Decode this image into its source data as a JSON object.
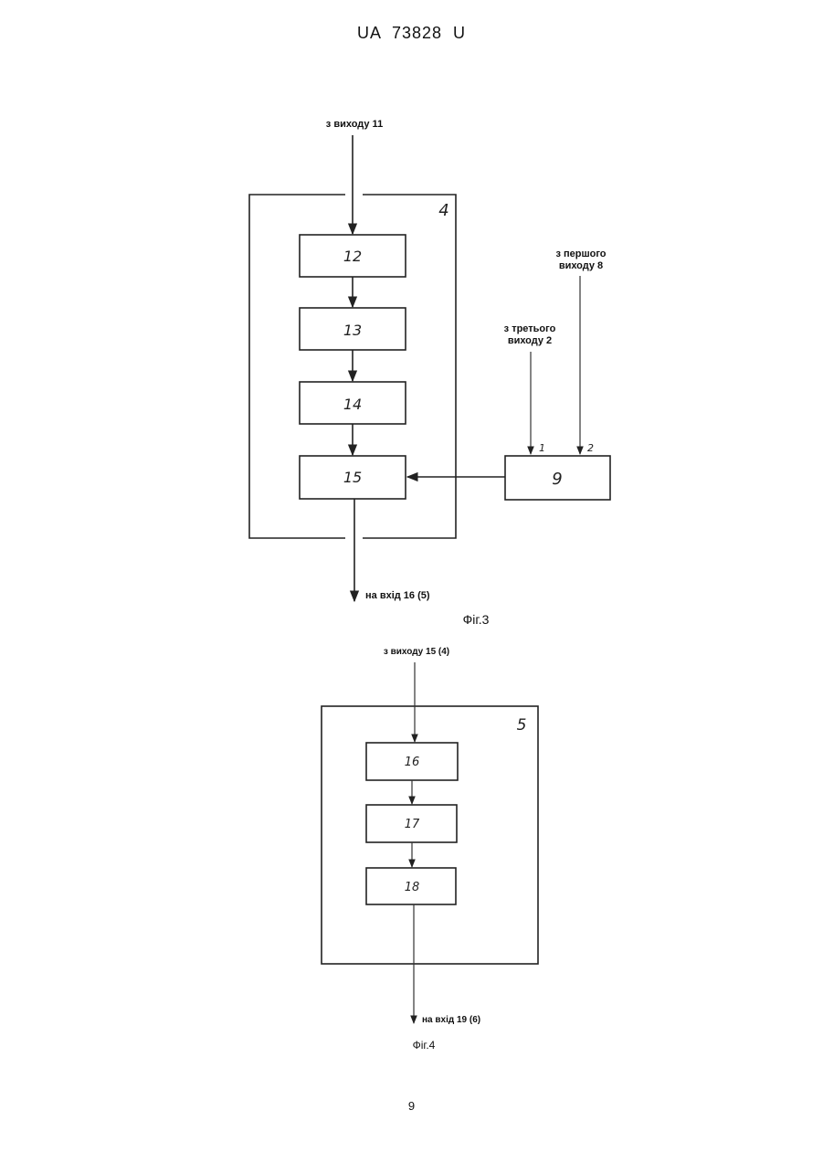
{
  "document": {
    "header": "UA 73828 U",
    "page_number": "9"
  },
  "fig3": {
    "caption": "Фіг.3",
    "outer_block_label": "4",
    "blocks": [
      "12",
      "13",
      "14",
      "15"
    ],
    "side_block_label": "9",
    "input_from_top": "з виходу 11",
    "output_bottom": "на вхід 16 (5)",
    "input_third_line1": "з третього",
    "input_third_line2": "виходу 2",
    "input_first_line1": "з першого",
    "input_first_line2": "виходу 8",
    "port1": "1",
    "port2": "2"
  },
  "fig4": {
    "caption": "Фіг.4",
    "outer_block_label": "5",
    "blocks": [
      "16",
      "17",
      "18"
    ],
    "input_from_top": "з виходу 15 (4)",
    "output_bottom": "на вхід 19 (6)"
  }
}
